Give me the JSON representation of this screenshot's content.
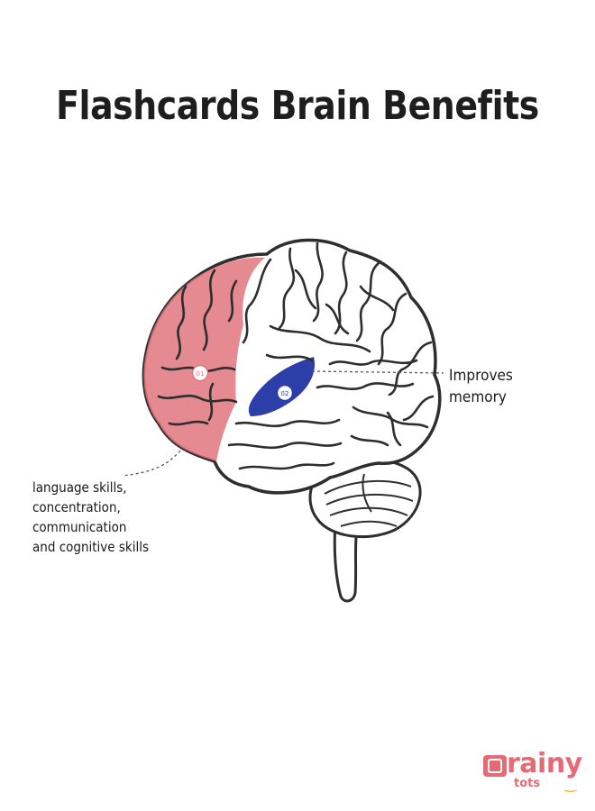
{
  "title": "Flashcards Brain Benefits",
  "markers": {
    "frontal": "01",
    "temporal": "02"
  },
  "callouts": {
    "memory": [
      "Improves",
      "memory"
    ],
    "language": [
      "language skills,",
      "concentration,",
      "communication",
      "and cognitive skills"
    ]
  },
  "logo": {
    "brand": "rainy",
    "sub": "tots"
  },
  "colors": {
    "frontal_region": "#e0757c",
    "temporal_region": "#2c3ea8",
    "outline": "#2e2e2e",
    "logo": "#e56a73",
    "logo_accent": "#f1c232"
  }
}
